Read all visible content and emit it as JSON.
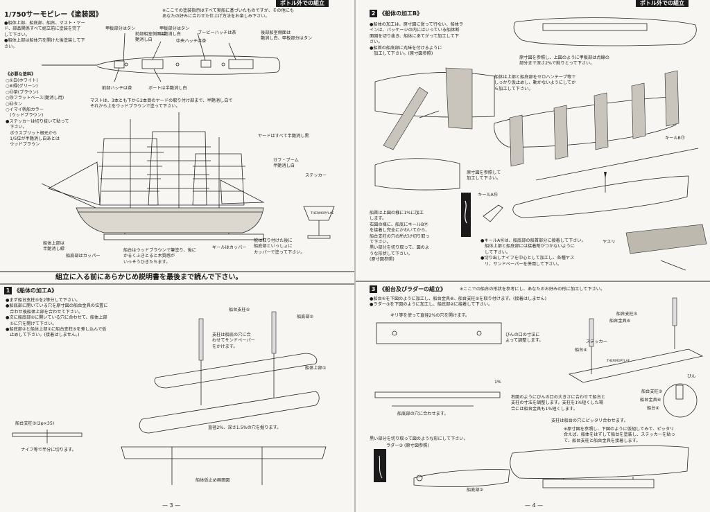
{
  "left": {
    "corner_tab": "ボトル外での組立",
    "title": "1/750サーモピレー《塗装図》",
    "note_top": "※ここでの塗装指示はすべて実船に基づいたものですが、その他にも\nあなたの好みに合わせた仕上げ方法をお楽しみ下さい。",
    "intro": "●船体上部、船底部、船台、マスト・ヤー\nド、部品関係すべて組立前に塗装を完了\nして下さい。\n●船体上部は船体穴を開けた後塗装して下\nさい。",
    "labels_plan": {
      "deck_tan": "甲板部分はタン",
      "fore_house_side": "前部船室側面は\n艶消し白",
      "deck_part_tan": "甲板部分はタン\nは艶消し白",
      "central_hatch": "中央ハッチは茶",
      "booby_hatch": "ブービーハッチは茶",
      "aft_house_side": "後部船室側面は\n艶消し白、甲板部分はタン",
      "fore_hatch": "前部ハッチは茶",
      "boat": "ボートは半艶消し白"
    },
    "paints_title": "《必要な塗料》",
    "paints": "○①白(ホワイト)\n○⑥緑(グリーン)\n○⑬茶(ブラウン)\n○㉘フラットベース(艶消し用)\n○㊹タン\n○イマイ帆船カラー\n　(ウッドブラウン)\n●ステッカーは切り抜いて貼って\n　下さい。\n　ボウスプリット根元から\n　1/5位が半艶消し白あとは\n　ウッドブラウン",
    "mast_note": "マストは、3本とも下から2本目のヤードの取り付け部まで、半艶消し白で\nそれから上をウッドブラウンで塗って下さい。",
    "yards_note": "ヤードはすべて半艶消し黒",
    "gaff_note": "ガフ・ブーム\n半艶消し白",
    "sticker_label": "ステッカー",
    "hull_top_label": "船体上部は\n半艶消し緑",
    "hull_bottom_label": "船底部はカッパー",
    "stand_note": "船台はウッドブラウンで筆塗り、後に\nかるくふきとると木質感が\nいっそうひきたちます。",
    "keel_label": "キールはカッパー",
    "rudder_note": "舵は取り付けた後に\n船底部といっしょに\nカッパーで塗って下さい。",
    "sticker_text": "THERMOPYLAE",
    "banner": "組立に入る前にあらかじめ説明書を最後まで読んで下さい。",
    "section1_num": "1",
    "section1_title": "《船体の加工A》",
    "section1_body": "●まず船台支柱⑤を2等分して下さい。\n●船底部に開いている穴を原寸図の船台金具の位置に\n　合わせ後船体上部を合わせて下さい。\n●次に船底部②に開いている穴に合わせて、船体上部\n　①に穴を開けて下さい。\n●船底部②と船体上部①に船台支柱⑤を差し込んで仮\n　止めして下さい。(接着はしません。)",
    "s1_labels": {
      "stand_post": "船台支柱⑤",
      "post_note": "支柱は船底の穴に合\nわせてサンドペーパー\nをかけます。",
      "hull_bottom": "船底部②",
      "hull_top": "船体上部①",
      "post_spec": "船台支柱⑤(2φ×35)",
      "knife_note": "ナイフ等で半分に切ります。",
      "hole_note": "直径2%、深さ1.5%の穴を掘ります。",
      "temp_drawing": "船体仮止め画面図"
    },
    "page_number": "— 3 —"
  },
  "right": {
    "corner_tab": "ボトル外での組立",
    "section2_num": "2",
    "section2_title": "《船体の加工B》",
    "section2_body": "●船体の加工は、原寸図に従って行ない、船体ラ\nインは、パッケージの内にはいっている船体断\n面図を切り抜き、船体にあてがって加工して下\nさい。\n●船首の船底部に丸味を付けるように\n　加工して下さい。(原寸図参照)",
    "s2_ref_note": "原寸図を参照し、上図のように甲板部は点線の\n部分まで深さ2%で削りとって下さい。",
    "s2_tape_note": "船体は上部と船底部をセロハンテープ等で\nしっかり仮止めし、動かないようにしてか\nら加工して下さい。",
    "s2_keel_label": "キールB⑰",
    "s2_ref_note2": "原寸図を参照して\n加工して下さい。",
    "s2_keel_a": "キールA⑯",
    "s2_bow_note": "船首は上図の様に1%に加工\nします。\n右図の様に、船底にキールB⑰\nを接着し完全にかわいてから、\n船台支柱の穴の所だけ切り取っ\nて下さい。\n黒い部分を切り取って、図のよ\nうな形状して下さい。\n(原寸図参照)",
    "s2_keel_note": "●キールA⑯は、船底部の船首部分に接着して下さい。\n　船体上部と船底部には接着剤がつかないように\n　して下さい。\n●切り出しナイフを中心として加工し、各種ヤス\n　リ、サンドペーパーを併用して下さい。",
    "s2_file_label": "ヤスリ",
    "section3_num": "3",
    "section3_title": "《船台及びラダーの組立》",
    "section3_intro": "※ここでの船台の形状を参考にし、あなたのお好みの形に加工して下さい。",
    "section3_body": "●船台④を下図のように加工し、船台金具⑥、船台支柱⑤を取り付けます。(接着はしません)\n●ラダー③を下図のように加工し、船底部②に接着して下さい。",
    "s3_drill": "キリ等を使って直径2%の穴を開けます。",
    "s3_adjust": "びんの口の寸法に\nよって調整します。",
    "s3_hole_align": "船底部の穴に合わせます。",
    "s3_bottle_note": "右図のようにびんの口の大きさに合わせて船台と\n支柱の寸法を調整します。支柱を1%短くした場\n合には船台金具も1%短くします。",
    "s3_labels": {
      "stand_post": "船台支柱⑤",
      "stand_fitting": "船台金具⑥",
      "sticker": "ステッカー",
      "stand": "船台④",
      "bottle": "びん",
      "post5": "船台支柱⑤",
      "fitting6": "船台金具⑥",
      "stand4": "船台④",
      "rudder": "ラダー③",
      "ref": "(原寸図参照)",
      "bottom2": "船底部②",
      "one_pct": "1%"
    },
    "s3_fit_note": "支柱は船台の穴にピッタリ合わせます。",
    "s3_final_note": "※原寸図を参照し、下図のように仮組してみて、ピッタリ\n合えば、船体をはずして船台を塗装し、ステッカーを貼っ\nて、船台支柱と船台金具を接着します。",
    "s3_cut_note": "黒い部分を切り取って図のような形にして下さい。",
    "sticker_text": "THERMOPYLAE",
    "page_number": "— 4 —"
  }
}
